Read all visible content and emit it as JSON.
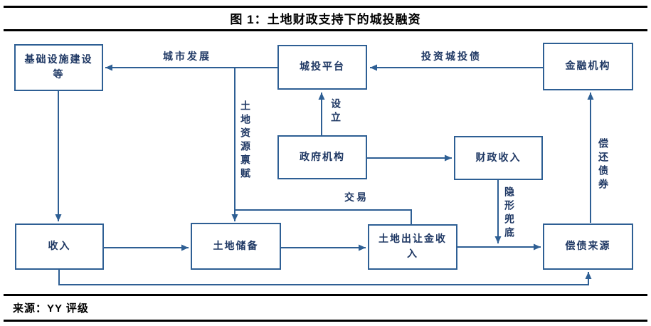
{
  "figure": {
    "title": "图 1：土地财政支持下的城投融资",
    "source": "来源：YY 评级"
  },
  "colors": {
    "wire_and_border": "#2E5F94",
    "diagram_text": "#1F3864",
    "title_text": "#000000",
    "background": "#FFFFFF"
  },
  "diagram": {
    "nodes": {
      "infrastructure": {
        "label": "基础设施建设等"
      },
      "lgfv_platform": {
        "label": "城投平台"
      },
      "financial_institution": {
        "label": "金融机构"
      },
      "government_agency": {
        "label": "政府机构"
      },
      "fiscal_revenue": {
        "label": "财政收入"
      },
      "income": {
        "label": "收入"
      },
      "land_reserve": {
        "label": "土地储备"
      },
      "land_transfer_income": {
        "label": "土地出让金收入"
      },
      "debt_repayment_source": {
        "label": "偿债来源"
      }
    },
    "edge_labels": {
      "urban_development": {
        "label": "城市发展"
      },
      "invest_lgfv_bonds": {
        "label": "投资城投债"
      },
      "establish": {
        "label": "设立"
      },
      "land_resource_endowment": {
        "label": "土地资源禀赋"
      },
      "transaction": {
        "label": "交易"
      },
      "implicit_guarantee": {
        "label": "隐形兜底"
      },
      "repay_bonds": {
        "label": "偿还债券"
      }
    }
  }
}
